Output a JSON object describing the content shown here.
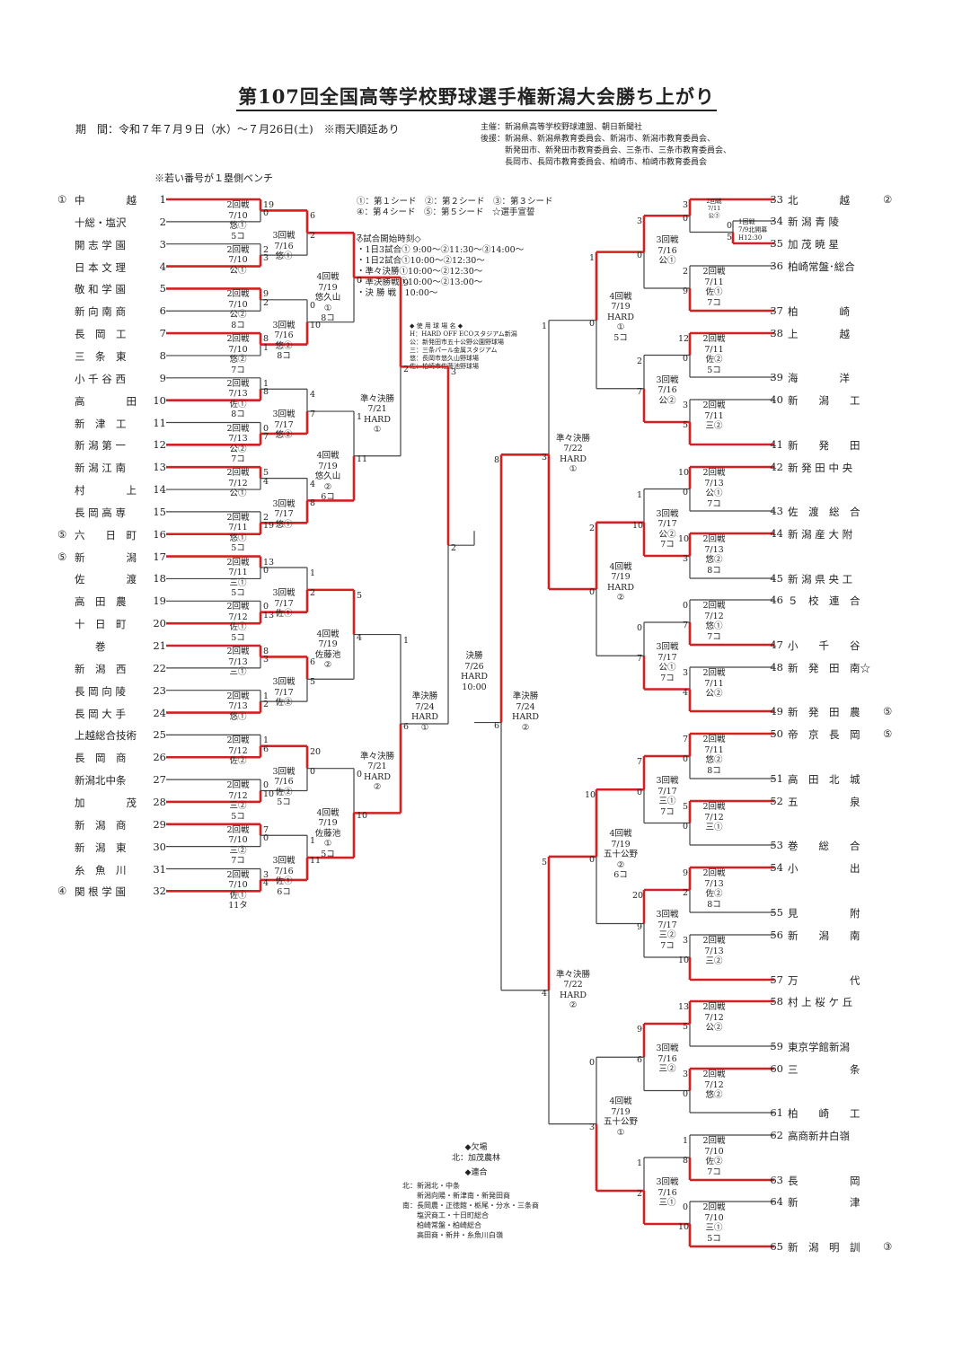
{
  "title": "第107回全国高等学校野球選手権新潟大会勝ち上がり",
  "period": "期　間：令和７年７月９日（水）～７月26日(土)　※雨天順延あり",
  "organizers": "主催：新潟県高等学校野球連盟、朝日新聞社\n後援：新潟県、新潟県教育委員会、新潟市、新潟市教育委員会、\n　　　新発田市、新発田市教育委員会、三条市、三条市教育委員会、\n　　　長岡市、長岡市教育委員会、柏崎市、柏崎市教育委員会",
  "bench_note": "※若い番号が１塁側ベンチ",
  "seed_note": "①：第１シード　②：第２シード　③：第３シード\n④：第４シード　⑤：第５シード　☆選手宣誓",
  "start_times": "◇試合開始時刻◇\n・1日3試合① 9:00～②11:30～③14:00～\n・1日2試合①10:00～②12:30～\n・準々決勝①10:00～②12:30～\n・準決勝戦①10:00～②13:00～\n・決 勝 戦　10:00～",
  "venues": "◆ 使 用 球 場 名 ◆\nH：HARD OFF ECOスタジアム新潟\n公：新発田市五十公野公園野球場\n三：三条パール金属スタジアム\n悠：長岡市悠久山野球場\n佐：柏崎市佐藤池野球場",
  "absent": "◆欠場\n北：加茂農林",
  "rengo_title": "◆連合",
  "rengo": "北：新潟北・中条\n　　新潟向陽・新津南・新発田商\n南：長岡農・正徳館・栃尾・分水・三条商\n　　塩沢商工・十日町総合\n　　柏崎常盤・柏崎総合\n　　高田商・新井・糸魚川白嶺",
  "colors": {
    "win": "#d42020",
    "line": "#444444"
  },
  "left_teams": [
    {
      "n": "1",
      "name": "中　　　　越",
      "seed": "①"
    },
    {
      "n": "2",
      "name": "十総・塩沢",
      "seed": ""
    },
    {
      "n": "3",
      "name": "開 志 学 園",
      "seed": ""
    },
    {
      "n": "4",
      "name": "日 本 文 理",
      "seed": ""
    },
    {
      "n": "5",
      "name": "敬 和 学 園",
      "seed": ""
    },
    {
      "n": "6",
      "name": "新 向 南 商",
      "seed": ""
    },
    {
      "n": "7",
      "name": "長　岡　工",
      "seed": ""
    },
    {
      "n": "8",
      "name": "三　条　東",
      "seed": ""
    },
    {
      "n": "9",
      "name": "小 千 谷 西",
      "seed": ""
    },
    {
      "n": "10",
      "name": "高　　　　田",
      "seed": ""
    },
    {
      "n": "11",
      "name": "新　津　工",
      "seed": ""
    },
    {
      "n": "12",
      "name": "新 潟 第 一",
      "seed": ""
    },
    {
      "n": "13",
      "name": "新 潟 江 南",
      "seed": ""
    },
    {
      "n": "14",
      "name": "村　　　　上",
      "seed": ""
    },
    {
      "n": "15",
      "name": "長 岡 高 専",
      "seed": ""
    },
    {
      "n": "16",
      "name": "六　　日　町",
      "seed": "⑤"
    },
    {
      "n": "17",
      "name": "新　　　　潟",
      "seed": "⑤"
    },
    {
      "n": "18",
      "name": "佐　　　　渡",
      "seed": ""
    },
    {
      "n": "19",
      "name": "高　田　農",
      "seed": ""
    },
    {
      "n": "20",
      "name": "十　日　町",
      "seed": ""
    },
    {
      "n": "21",
      "name": "　　巻",
      "seed": ""
    },
    {
      "n": "22",
      "name": "新　潟　西",
      "seed": ""
    },
    {
      "n": "23",
      "name": "長 岡 向 陵",
      "seed": ""
    },
    {
      "n": "24",
      "name": "長 岡 大 手",
      "seed": ""
    },
    {
      "n": "25",
      "name": "上越総合技術",
      "seed": ""
    },
    {
      "n": "26",
      "name": "長　岡　商",
      "seed": ""
    },
    {
      "n": "27",
      "name": "新潟北中条",
      "seed": ""
    },
    {
      "n": "28",
      "name": "加　　　　茂",
      "seed": ""
    },
    {
      "n": "29",
      "name": "新　潟　商",
      "seed": ""
    },
    {
      "n": "30",
      "name": "新　潟　東",
      "seed": ""
    },
    {
      "n": "31",
      "name": "糸　魚　川",
      "seed": ""
    },
    {
      "n": "32",
      "name": "関 根 学 園",
      "seed": "④"
    }
  ],
  "right_teams": [
    {
      "n": "33",
      "name": "北　　　　越",
      "seed": "②"
    },
    {
      "n": "34",
      "name": "新 潟 青 陵",
      "seed": ""
    },
    {
      "n": "35",
      "name": "加 茂 暁 星",
      "seed": ""
    },
    {
      "n": "36",
      "name": "柏崎常盤･総合",
      "seed": ""
    },
    {
      "n": "37",
      "name": "柏　　　　崎",
      "seed": ""
    },
    {
      "n": "38",
      "name": "上　　　　越",
      "seed": ""
    },
    {
      "n": "39",
      "name": "海　　　　洋",
      "seed": ""
    },
    {
      "n": "40",
      "name": "新　　潟　　工",
      "seed": ""
    },
    {
      "n": "41",
      "name": "新　　発　　田",
      "seed": ""
    },
    {
      "n": "42",
      "name": "新 発 田 中 央",
      "seed": ""
    },
    {
      "n": "43",
      "name": "佐　渡　総　合",
      "seed": ""
    },
    {
      "n": "44",
      "name": "新 潟 産 大 附",
      "seed": ""
    },
    {
      "n": "45",
      "name": "新 潟 県 央 工",
      "seed": ""
    },
    {
      "n": "46",
      "name": "５　校　連　合",
      "seed": ""
    },
    {
      "n": "47",
      "name": "小　　千　　谷",
      "seed": ""
    },
    {
      "n": "48",
      "name": "新　発　田　南☆",
      "seed": ""
    },
    {
      "n": "49",
      "name": "新　発　田　農",
      "seed": "⑤"
    },
    {
      "n": "50",
      "name": "帝　京　長　岡",
      "seed": "⑤"
    },
    {
      "n": "51",
      "name": "高　田　北　城",
      "seed": ""
    },
    {
      "n": "52",
      "name": "五　　　　　泉",
      "seed": ""
    },
    {
      "n": "53",
      "name": "巻　　総　　合",
      "seed": ""
    },
    {
      "n": "54",
      "name": "小　　　　　出",
      "seed": ""
    },
    {
      "n": "55",
      "name": "見　　　　　附",
      "seed": ""
    },
    {
      "n": "56",
      "name": "新　　潟　　南",
      "seed": ""
    },
    {
      "n": "57",
      "name": "万　　　　　代",
      "seed": ""
    },
    {
      "n": "58",
      "name": "村 上 桜 ケ 丘",
      "seed": ""
    },
    {
      "n": "59",
      "name": "東京学館新潟",
      "seed": ""
    },
    {
      "n": "60",
      "name": "三　　　　　条",
      "seed": ""
    },
    {
      "n": "61",
      "name": "柏　　崎　　工",
      "seed": ""
    },
    {
      "n": "62",
      "name": "高商新井白嶺",
      "seed": ""
    },
    {
      "n": "63",
      "name": "長　　　　　岡",
      "seed": ""
    },
    {
      "n": "64",
      "name": "新　　　　　津",
      "seed": ""
    },
    {
      "n": "65",
      "name": "新　潟　明　訓",
      "seed": "③"
    }
  ],
  "matches": {
    "L_r2": [
      {
        "info": "2回戦\n7/10\n悠①\n5コ",
        "a": "19",
        "b": "0",
        "aw": true
      },
      {
        "info": "2回戦\n7/10\n公①",
        "a": "2",
        "b": "3",
        "aw": false
      },
      {
        "info": "2回戦\n7/10\n公②\n8コ",
        "a": "9",
        "b": "2",
        "aw": true
      },
      {
        "info": "2回戦\n7/10\n悠②\n7コ",
        "a": "8",
        "b": "1",
        "aw": true
      },
      {
        "info": "2回戦\n7/13\n佐①\n8コ",
        "a": "1",
        "b": "8",
        "aw": false
      },
      {
        "info": "2回戦\n7/13\n公②\n7コ",
        "a": "0",
        "b": "7",
        "aw": false
      },
      {
        "info": "2回戦\n7/12\n公①",
        "a": "5",
        "b": "4",
        "aw": true
      },
      {
        "info": "2回戦\n7/11\n悠①\n5コ",
        "a": "2",
        "b": "19",
        "aw": false
      },
      {
        "info": "2回戦\n7/11\n三①\n5コ",
        "a": "13",
        "b": "0",
        "aw": true
      },
      {
        "info": "2回戦\n7/12\n佐①\n5コ",
        "a": "0",
        "b": "13",
        "aw": false
      },
      {
        "info": "2回戦\n7/13\n三①",
        "a": "8",
        "b": "3",
        "aw": true
      },
      {
        "info": "2回戦\n7/13\n悠①",
        "a": "1",
        "b": "2",
        "aw": false
      },
      {
        "info": "2回戦\n7/12\n佐②",
        "a": "1",
        "b": "6",
        "aw": false
      },
      {
        "info": "2回戦\n7/12\n三②\n5コ",
        "a": "0",
        "b": "10",
        "aw": false
      },
      {
        "info": "2回戦\n7/10\n三②\n7コ",
        "a": "7",
        "b": "0",
        "aw": true
      },
      {
        "info": "2回戦\n7/10\n佐①\n11タ",
        "a": "3",
        "b": "4",
        "aw": false
      }
    ],
    "L_r3": [
      {
        "info": "3回戦\n7/16\n悠①",
        "a": "6",
        "b": "2",
        "aw": true
      },
      {
        "info": "3回戦\n7/16\n悠②\n8コ",
        "a": "0",
        "b": "10",
        "aw": false
      },
      {
        "info": "3回戦\n7/17\n悠②",
        "a": "4",
        "b": "7",
        "aw": false
      },
      {
        "info": "3回戦\n7/17\n悠①",
        "a": "4",
        "b": "8",
        "aw": false
      },
      {
        "info": "3回戦\n7/17\n佐①",
        "a": "1",
        "b": "2",
        "aw": false
      },
      {
        "info": "3回戦\n7/17\n佐②",
        "a": "6",
        "b": "5",
        "aw": true
      },
      {
        "info": "3回戦\n7/16\n佐②\n5コ",
        "a": "20",
        "b": "0",
        "aw": true
      },
      {
        "info": "3回戦\n7/16\n佐①\n6コ",
        "a": "1",
        "b": "11",
        "aw": false
      }
    ],
    "L_r4": [
      {
        "info": "4回戦\n7/19\n悠久山\n①\n8コ",
        "a": "7",
        "b": "0",
        "aw": true
      },
      {
        "info": "4回戦\n7/19\n悠久山\n②\n6コ",
        "a": "1",
        "b": "11",
        "aw": false
      },
      {
        "info": "4回戦\n7/19\n佐藤池\n②",
        "a": "5",
        "b": "4",
        "aw": true
      },
      {
        "info": "4回戦\n7/19\n佐藤池\n①\n5コ",
        "a": "0",
        "b": "10",
        "aw": false
      }
    ],
    "L_qf": [
      {
        "info": "準々決勝\n7/21\nHARD\n①",
        "a": "9",
        "b": "2",
        "aw": true
      },
      {
        "info": "準々決勝\n7/21\nHARD\n②",
        "a": "1",
        "b": "6",
        "aw": false
      }
    ],
    "L_sf": {
      "info": "準決勝\n7/24\nHARD\n①",
      "a": "3",
      "b": "2",
      "aw": true
    },
    "final": {
      "info": "決勝\n7/26\nHARD\n10:00",
      "a": "",
      "b": ""
    },
    "R_r1": {
      "info": "1回戦\n7/9北開幕\nH12:30",
      "a": "0",
      "b": "5",
      "aw": false
    },
    "R_r2": [
      {
        "info": "2回戦\n7/11\n公③",
        "a": "3",
        "b": "0",
        "aw": true
      },
      {
        "info": "2回戦\n7/11\n佐①\n7コ",
        "a": "2",
        "b": "9",
        "aw": false
      },
      {
        "info": "2回戦\n7/11\n佐②\n5コ",
        "a": "12",
        "b": "0",
        "aw": true
      },
      {
        "info": "2回戦\n7/11\n三②",
        "a": "3",
        "b": "5",
        "aw": false
      },
      {
        "info": "2回戦\n7/13\n公①\n7コ",
        "a": "10",
        "b": "0",
        "aw": true
      },
      {
        "info": "2回戦\n7/13\n悠②\n8コ",
        "a": "10",
        "b": "3",
        "aw": true
      },
      {
        "info": "2回戦\n7/12\n悠①\n7コ",
        "a": "0",
        "b": "7",
        "aw": false
      },
      {
        "info": "2回戦\n7/11\n公②",
        "a": "3",
        "b": "4",
        "aw": false
      },
      {
        "info": "2回戦\n7/11\n悠②\n8コ",
        "a": "7",
        "b": "0",
        "aw": true
      },
      {
        "info": "2回戦\n7/12\n三①",
        "a": "5",
        "b": "0",
        "aw": true
      },
      {
        "info": "2回戦\n7/13\n佐②\n8コ",
        "a": "9",
        "b": "2",
        "aw": true
      },
      {
        "info": "2回戦\n7/13\n三②",
        "a": "3",
        "b": "10",
        "aw": false
      },
      {
        "info": "2回戦\n7/12\n公②",
        "a": "13",
        "b": "5",
        "aw": true
      },
      {
        "info": "2回戦\n7/12\n悠②",
        "a": "3",
        "b": "0",
        "aw": true
      },
      {
        "info": "2回戦\n7/10\n佐②\n7コ",
        "a": "1",
        "b": "8",
        "aw": false
      },
      {
        "info": "2回戦\n7/10\n三①\n5コ",
        "a": "0",
        "b": "10",
        "aw": false
      }
    ],
    "R_r3": [
      {
        "info": "3回戦\n7/16\n公①",
        "a": "3",
        "b": "0",
        "aw": true
      },
      {
        "info": "3回戦\n7/16\n公②",
        "a": "2",
        "b": "7",
        "aw": false
      },
      {
        "info": "3回戦\n7/17\n公②\n7コ",
        "a": "1",
        "b": "10",
        "aw": false
      },
      {
        "info": "3回戦\n7/17\n公①\n7コ",
        "a": "0",
        "b": "7",
        "aw": false
      },
      {
        "info": "3回戦\n7/17\n三①\n7コ",
        "a": "7",
        "b": "0",
        "aw": true
      },
      {
        "info": "3回戦\n7/17\n三②\n7コ",
        "a": "20",
        "b": "9",
        "aw": true
      },
      {
        "info": "3回戦\n7/16\n三②",
        "a": "9",
        "b": "6",
        "aw": true
      },
      {
        "info": "3回戦\n7/16\n三①",
        "a": "1",
        "b": "2",
        "aw": false
      }
    ],
    "R_r4": [
      {
        "info": "4回戦\n7/19\nHARD\n①\n5コ",
        "a": "1",
        "b": "0",
        "aw": true
      },
      {
        "info": "4回戦\n7/19\nHARD\n②",
        "a": "2",
        "b": "0",
        "aw": true
      },
      {
        "info": "4回戦\n7/19\n五十公野\n②\n6コ",
        "a": "10",
        "b": "0",
        "aw": true
      },
      {
        "info": "4回戦\n7/19\n五十公野\n①",
        "a": "0",
        "b": "3",
        "aw": false
      }
    ],
    "R_qf": [
      {
        "info": "準々決勝\n7/22\nHARD\n①",
        "a": "1",
        "b": "3",
        "aw": false
      },
      {
        "info": "準々決勝\n7/22\nHARD\n②",
        "a": "5",
        "b": "4",
        "aw": true
      }
    ],
    "R_sf": {
      "info": "準決勝\n7/24\nHARD\n②",
      "a": "8",
      "b": "6",
      "aw": true
    }
  }
}
